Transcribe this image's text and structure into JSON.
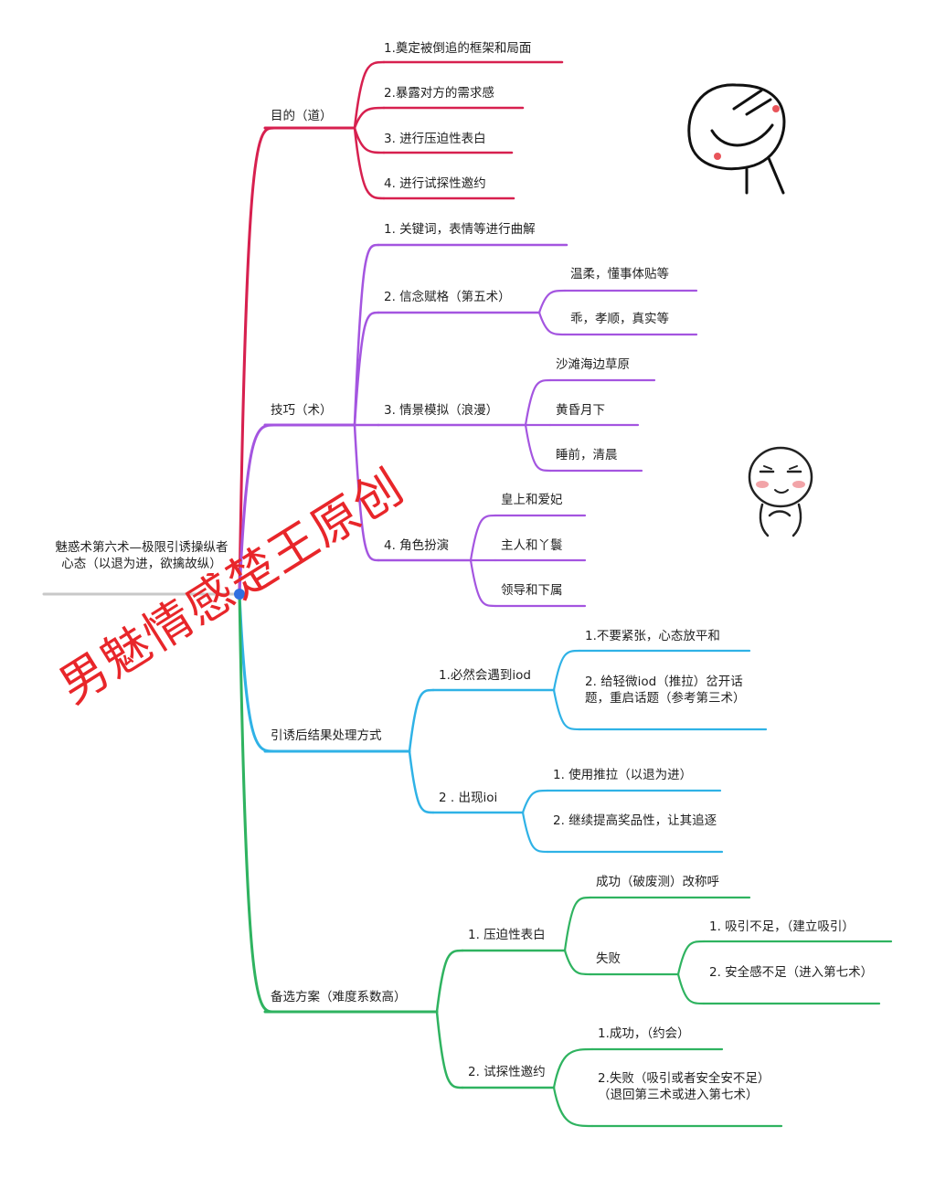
{
  "root": {
    "label": "魅惑术第六术—极限引诱操纵者心态（以退为进，欲擒故纵）"
  },
  "watermark": "男魅情感楚王原创",
  "colors": {
    "purpose": "#d7204f",
    "technique": "#a455e0",
    "handling": "#2fb2e6",
    "backup": "#2fb360",
    "root_line": "#c8c8c8",
    "root_dot": "#2f6fe0",
    "watermark": "#e8262a"
  },
  "branches": {
    "purpose": {
      "label": "目的（道）",
      "items": [
        "1.奠定被倒追的框架和局面",
        "2.暴露对方的需求感",
        "3. 进行压迫性表白",
        "4. 进行试探性邀约"
      ]
    },
    "technique": {
      "label": "技巧（术）",
      "items": [
        {
          "label": "1. 关键词，表情等进行曲解",
          "children": []
        },
        {
          "label": "2. 信念赋格（第五术）",
          "children": [
            "温柔，懂事体贴等",
            "乖，孝顺，真实等"
          ]
        },
        {
          "label": "3. 情景模拟（浪漫）",
          "children": [
            "沙滩海边草原",
            "黄昏月下",
            "睡前，清晨"
          ]
        },
        {
          "label": "4. 角色扮演",
          "children": [
            "皇上和爱妃",
            "主人和丫鬟",
            "领导和下属"
          ]
        }
      ]
    },
    "handling": {
      "label": "引诱后结果处理方式",
      "items": [
        {
          "label": "1.必然会遇到iod",
          "children": [
            "1.不要紧张，心态放平和",
            "2. 给轻微iod（推拉）岔开话题，重启话题（参考第三术）"
          ]
        },
        {
          "label": "2 . 出现ioi",
          "children": [
            "1. 使用推拉（以退为进）",
            "2. 继续提高奖品性，让其追逐"
          ]
        }
      ]
    },
    "backup": {
      "label": "备选方案（难度系数高）",
      "items": [
        {
          "label": "1. 压迫性表白",
          "success": "成功（破废测）改称呼",
          "fail": "失败",
          "fail_children": [
            "1. 吸引不足，（建立吸引）",
            "2. 安全感不足（进入第七术）"
          ]
        },
        {
          "label": "2. 试探性邀约",
          "children": [
            "1.成功，（约会）",
            "2.失败（吸引或者安全安不足）（退回第三术或进入第七术）"
          ]
        }
      ]
    }
  },
  "stickers": [
    "smirk-face-icon",
    "shy-face-icon"
  ]
}
